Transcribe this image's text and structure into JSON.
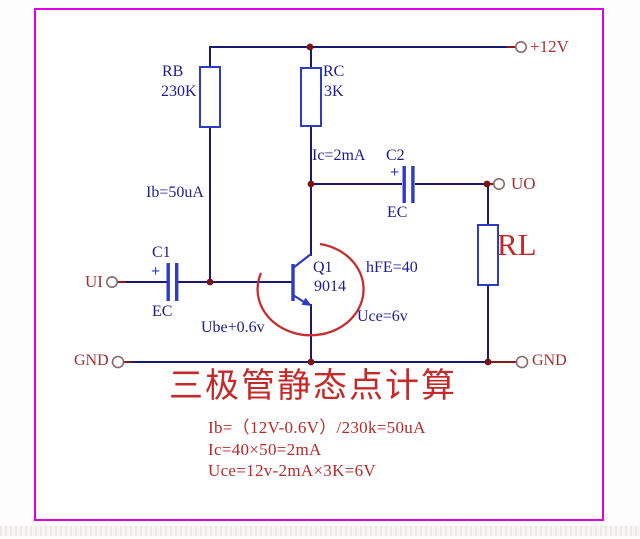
{
  "circuit": {
    "title": "三极管静态点计算",
    "labels": {
      "supply": "+12V",
      "rb_ref": "RB",
      "rb_value": "230K",
      "rc_ref": "RC",
      "rc_value": "3K",
      "ib": "Ib=50uA",
      "ic": "Ic=2mA",
      "c1_ref": "C1",
      "c1_plus": "+",
      "c1_type": "EC",
      "c2_ref": "C2",
      "c2_plus": "+",
      "c2_type": "EC",
      "ui": "UI",
      "uo": "UO",
      "q1_ref": "Q1",
      "q1_part": "9014",
      "hfe": "hFE=40",
      "uce": "Uce=6v",
      "ube": "Ube+0.6v",
      "rl_ref": "RL",
      "gnd_left": "GND",
      "gnd_right": "GND"
    },
    "calculations": [
      "Ib=（12V-0.6V）/230k=50uA",
      "Ic=40×50=2mA",
      "Uce=12v-2mA×3K=6V"
    ],
    "colors": {
      "frame_border": "#dd00dd",
      "wire": "#191970",
      "component_blue": "#2e3cc2",
      "junction_dot": "#7c1212",
      "terminal_stub": "#8b1a1a",
      "navy_text": "#1c1c8a",
      "red_text": "#9e3030",
      "accent_red": "#c52a2a"
    }
  }
}
